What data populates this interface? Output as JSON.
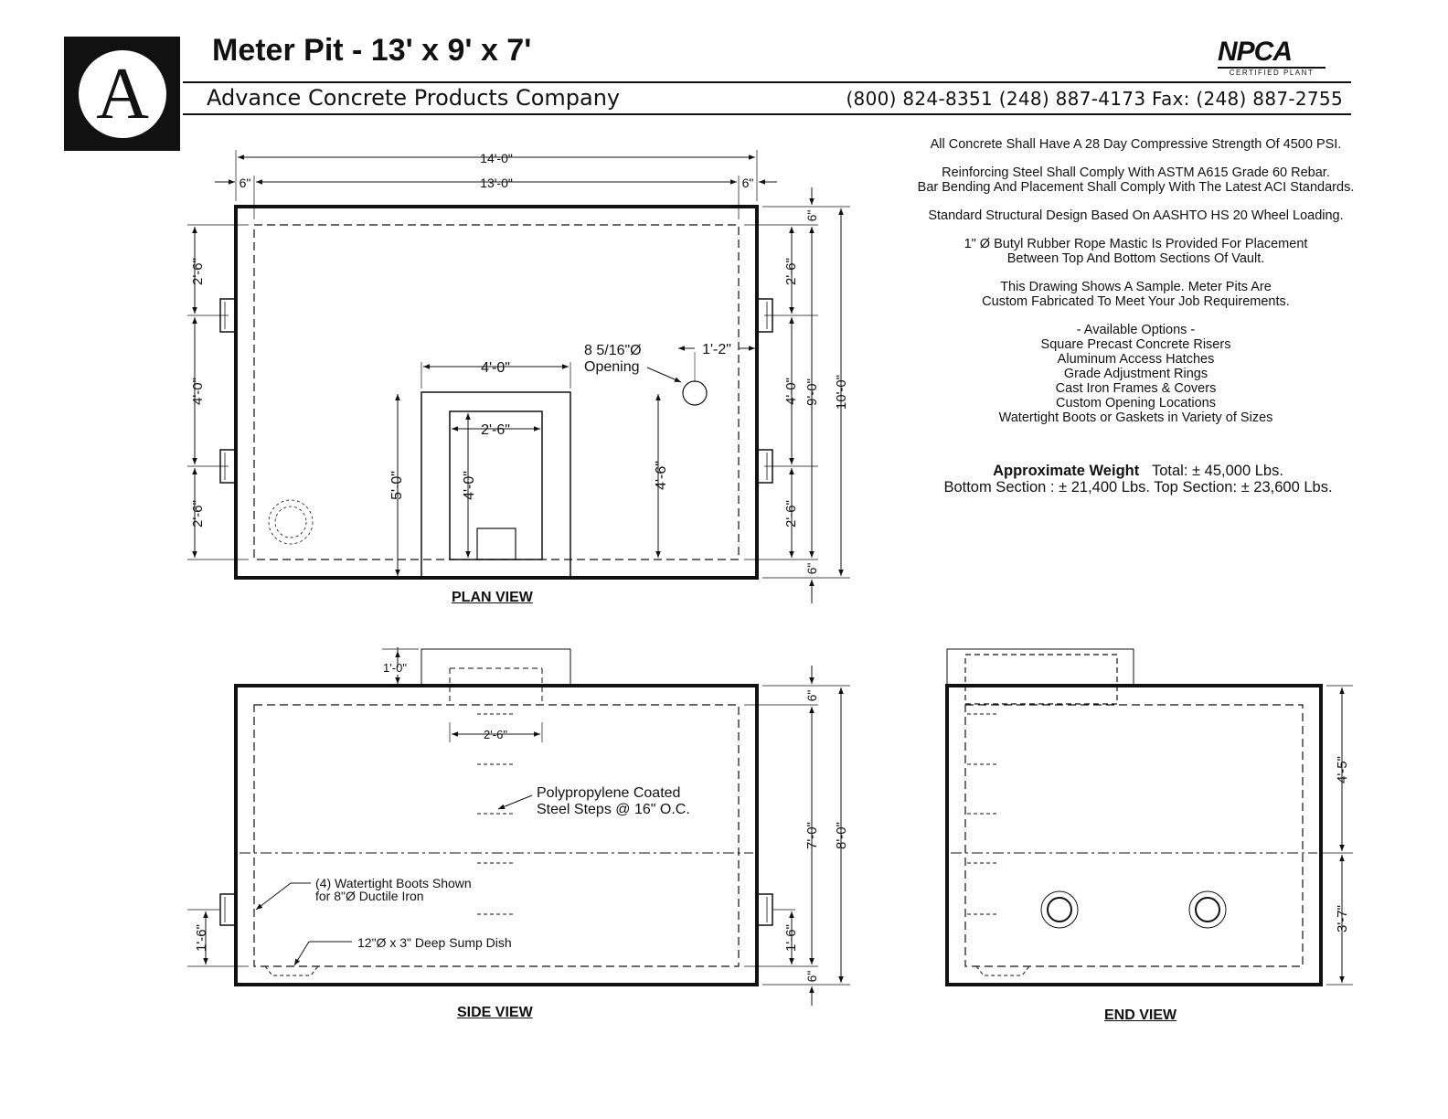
{
  "header": {
    "logo_letter": "A",
    "title": "Meter Pit - 13' x 9' x 7'",
    "company": "Advance Concrete Products Company",
    "phones": "(800) 824-8351  (248) 887-4173  Fax: (248) 887-2755",
    "cert_logo": "NPCA",
    "cert_sub": "CERTIFIED PLANT"
  },
  "notes": [
    [
      "All Concrete Shall Have A 28 Day Compressive Strength Of 4500 PSI."
    ],
    [
      "Reinforcing Steel Shall Comply With ASTM A615 Grade 60 Rebar.",
      "Bar Bending And Placement Shall Comply With The Latest ACI Standards."
    ],
    [
      "Standard Structural Design Based On AASHTO HS 20 Wheel Loading."
    ],
    [
      "1\" Ø Butyl Rubber Rope Mastic Is Provided For Placement",
      "Between Top And Bottom Sections Of Vault."
    ],
    [
      "This Drawing Shows A Sample. Meter Pits Are",
      "Custom Fabricated To Meet Your Job Requirements."
    ]
  ],
  "options": {
    "heading": "- Available Options -",
    "items": [
      "Square Precast Concrete Risers",
      "Aluminum Access Hatches",
      "Grade Adjustment Rings",
      "Cast Iron Frames & Covers",
      "Custom Opening Locations",
      "Watertight Boots or Gaskets in Variety of Sizes"
    ]
  },
  "weight": {
    "label": "Approximate Weight",
    "total": "Total:  ± 45,000 Lbs.",
    "sections": "Bottom Section : ± 21,400 Lbs.  Top Section: ±  23,600 Lbs."
  },
  "plan": {
    "caption": "PLAN VIEW",
    "dim_overall": "14'-0\"",
    "dim_inside": "13'-0\"",
    "dim_wall_left": "6\"",
    "dim_wall_right": "6\"",
    "dim_left_top": "2'-6\"",
    "dim_left_mid": "4'-0\"",
    "dim_left_bot": "2'-6\"",
    "dim_right_top": "2'-6\"",
    "dim_right_mid": "4'-0\"",
    "dim_right_bot": "2'-6\"",
    "dim_inside_depth": "9'-0\"",
    "dim_outside_depth": "10'-0\"",
    "dim_wall_top": "6\"",
    "dim_wall_bot": "6\"",
    "dim_riser_width": "4'-0\"",
    "dim_riser_depth": "5'-0\"",
    "dim_hatch_width": "2'-6\"",
    "dim_hatch_depth": "4'-0\"",
    "dim_opening_offset": "1'-2\"",
    "dim_opening_depth": "4'-6\"",
    "opening_label_1": "8 5/16\"Ø",
    "opening_label_2": "Opening"
  },
  "side": {
    "caption": "SIDE VIEW",
    "dim_riser": "1'-0\"",
    "dim_hatch": "2'-6\"",
    "steps_label_1": "Polypropylene Coated",
    "steps_label_2": "Steel Steps @ 16\" O.C.",
    "boots_label_1": "(4) Watertight Boots Shown",
    "boots_label_2": "for 8\"Ø Ductile Iron",
    "sump_label": "12\"Ø x 3\" Deep Sump Dish",
    "dim_top_wall": "6\"",
    "dim_inside_height": "7'-0\"",
    "dim_outside_height": "8'-0\"",
    "dim_boot_left": "1'-6\"",
    "dim_boot_right": "1'-6\"",
    "dim_bot_wall": "6\""
  },
  "end": {
    "caption": "END VIEW",
    "dim_top": "4'-5\"",
    "dim_bottom": "3'-7\""
  }
}
